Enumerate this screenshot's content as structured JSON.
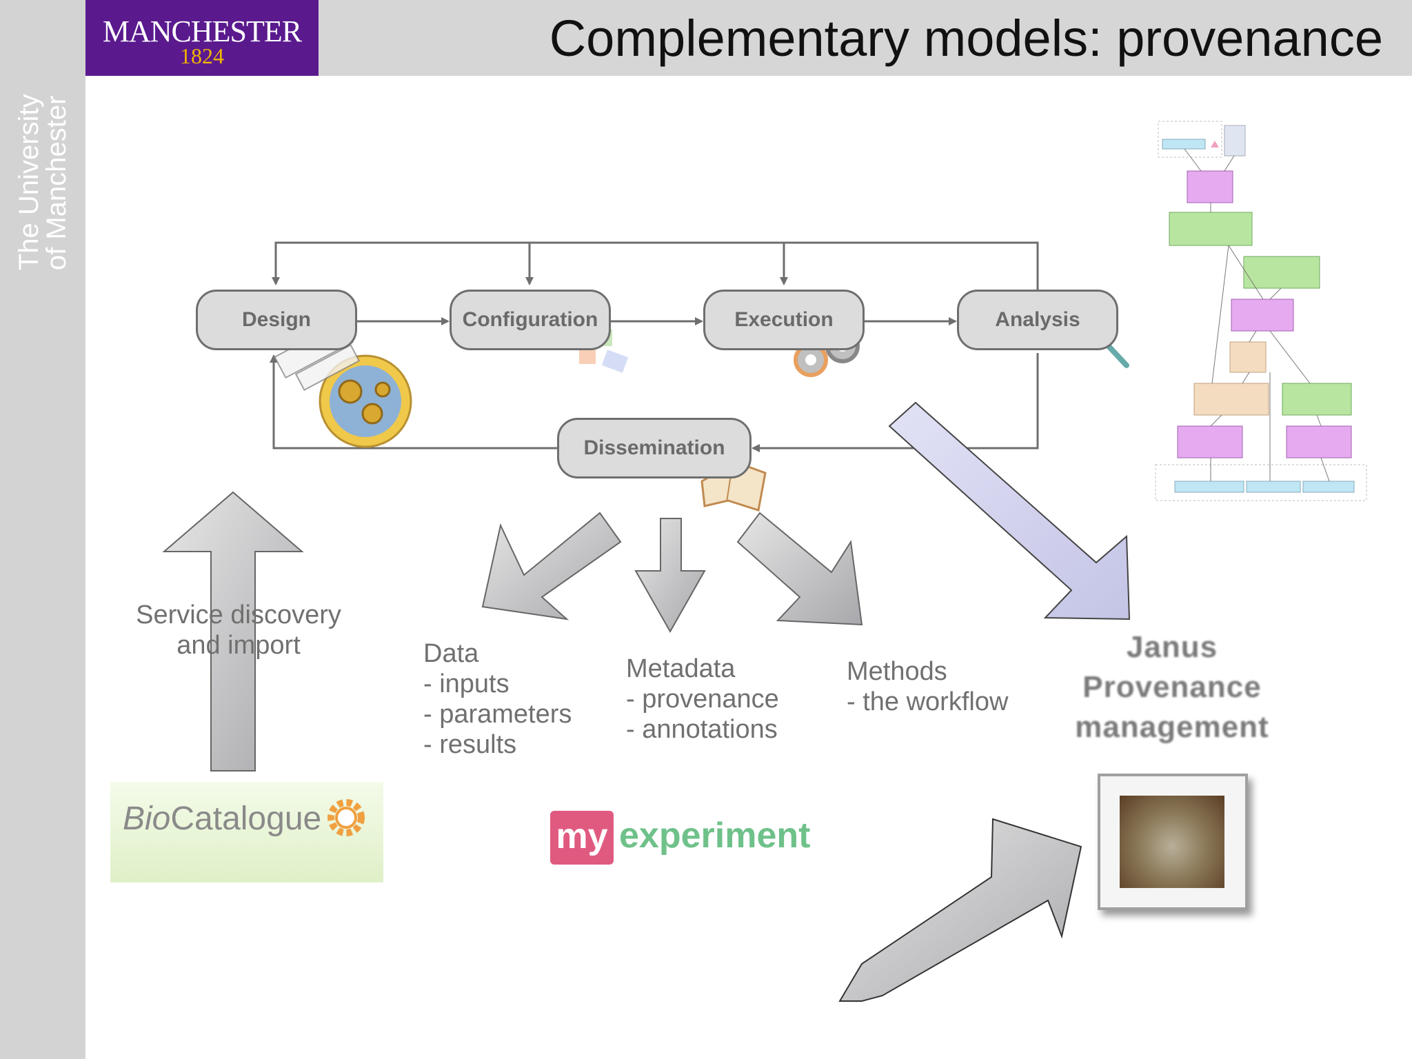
{
  "header": {
    "logo_name": "MANCHESTER",
    "logo_year": "1824",
    "title": "Complementary models: provenance"
  },
  "sidebar": {
    "line1": "The University",
    "line2": "of Manchester"
  },
  "cycle": {
    "stages": [
      "Design",
      "Configuration",
      "Execution",
      "Analysis",
      "Dissemination"
    ]
  },
  "outputs": {
    "discovery": [
      "Service discovery",
      "and import"
    ],
    "data": [
      "Data",
      "- inputs",
      "- parameters",
      "- results"
    ],
    "metadata": [
      "Metadata",
      "- provenance",
      "- annotations"
    ],
    "methods": [
      "Methods",
      "- the workflow"
    ],
    "janus": [
      "Janus",
      "Provenance",
      "management"
    ]
  },
  "logos": {
    "biocatalogue_bio": "Bio",
    "biocatalogue_rest": "Catalogue",
    "myexperiment_my": "my",
    "myexperiment_rest": "experiment"
  },
  "colors": {
    "brand_purple": "#5a1a8e",
    "brand_gold": "#f0b400",
    "myexperiment_pink": "#e05a80",
    "myexperiment_green": "#6fc18a"
  }
}
